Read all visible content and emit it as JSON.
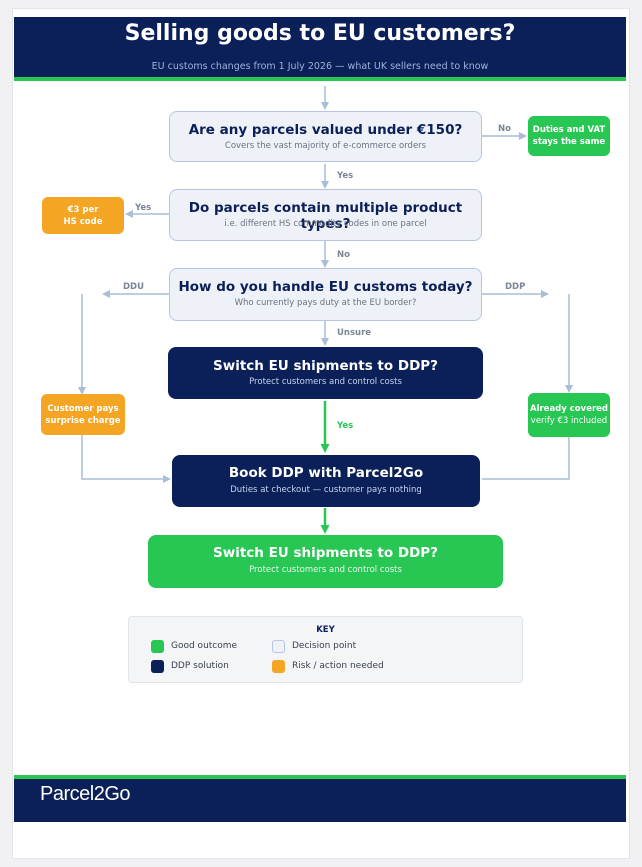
{
  "header": {
    "title": "Selling goods to EU customers?",
    "subtitle": "EU customs changes from 1 July 2026 — what UK sellers need to know"
  },
  "decisions": {
    "q1": {
      "title": "Are any parcels valued under €150?",
      "sub": "Covers the vast majority of e-commerce orders"
    },
    "q2": {
      "title": "Do parcels contain multiple product types?",
      "sub": "i.e. different HS commodity codes in one parcel"
    },
    "q3": {
      "title": "How do you handle EU customs today?",
      "sub": "Who currently pays duty at the EU border?"
    }
  },
  "solutions": {
    "switch": {
      "title": "Switch EU shipments to DDP?",
      "sub": "Protect customers and control costs"
    },
    "book": {
      "title": "Book DDP with Parcel2Go",
      "sub": "Duties at checkout — customer pays nothing"
    },
    "final": {
      "title": "Switch EU shipments to DDP?",
      "sub": "Protect customers and control costs"
    }
  },
  "outcomes": {
    "duties_same": [
      "Duties and VAT",
      "stays the same"
    ],
    "hs_code": [
      "€3 per",
      "HS code"
    ],
    "surprise": [
      "Customer pays",
      "surprise charge"
    ],
    "covered": [
      "Already covered",
      "verify €3 included"
    ]
  },
  "edge_labels": {
    "no1": "No",
    "yes1": "Yes",
    "yes2": "Yes",
    "no2": "No",
    "ddu": "DDU",
    "ddp": "DDP",
    "unsure": "Unsure",
    "yes3": "Yes"
  },
  "key": {
    "title": "KEY",
    "items": [
      "Good outcome",
      "Decision point",
      "DDP solution",
      "Risk / action needed"
    ]
  },
  "footer": {
    "logo": "Parcel2Go"
  },
  "colors": {
    "navy": "#0b2058",
    "green": "#28c653",
    "orange": "#f5a524",
    "decision_fill": "#eef2f8",
    "decision_border": "#b4c7e2",
    "connector": "#a9bed8"
  }
}
